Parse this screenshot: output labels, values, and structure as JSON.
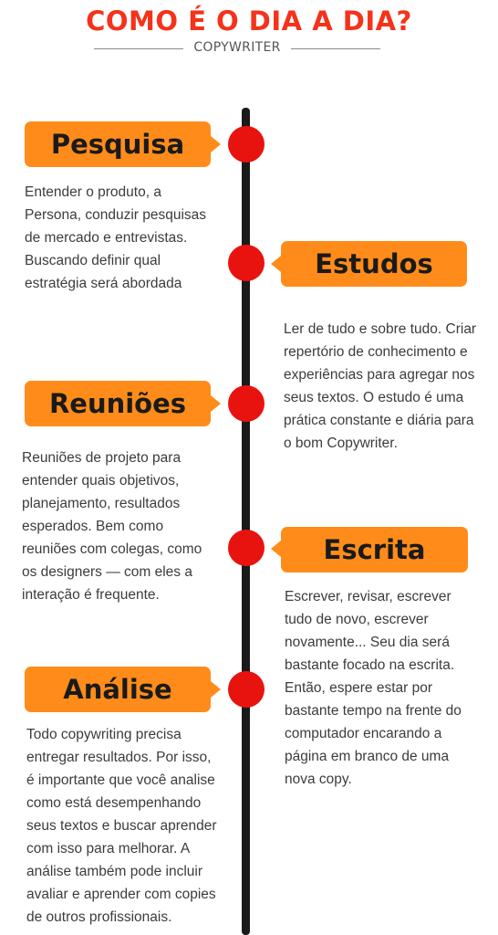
{
  "header": {
    "title": "COMO É O DIA A DIA?",
    "subtitle": "COPYWRITER"
  },
  "steps": [
    {
      "label": "Pesquisa",
      "lines": [
        "Entender o produto, a",
        "Persona, conduzir pesquisas",
        "de mercado e entrevistas.",
        "Buscando definir qual",
        "estratégia será abordada"
      ]
    },
    {
      "label": "Estudos",
      "lines": [
        "Ler de tudo e sobre tudo. Criar",
        "repertório de conhecimento e",
        "experiências para agregar nos",
        "seus textos. O estudo é uma",
        "prática constante e diária para",
        "o bom Copywriter."
      ]
    },
    {
      "label": "Reuniões",
      "lines": [
        "Reuniões de projeto para",
        "entender quais objetivos,",
        "planejamento, resultados",
        "esperados. Bem como",
        "reuniões com colegas, como",
        "os designers — com eles a",
        "interação é frequente."
      ]
    },
    {
      "label": "Escrita",
      "lines": [
        "Escrever, revisar, escrever",
        "tudo de novo, escrever",
        "novamente... Seu dia será",
        "bastante focado na escrita.",
        "Então, espere estar por",
        "bastante tempo na frente do",
        "computador encarando a",
        "página em branco de uma",
        "nova copy."
      ]
    },
    {
      "label": "Análise",
      "lines": [
        "Todo copywriting precisa",
        "entregar resultados. Por isso,",
        "é importante que você analise",
        "como está desempenhando",
        "seus textos e buscar aprender",
        "com isso para melhorar. A",
        "análise também pode incluir",
        "avaliar e aprender com copies",
        "de outros profissionais."
      ]
    }
  ]
}
